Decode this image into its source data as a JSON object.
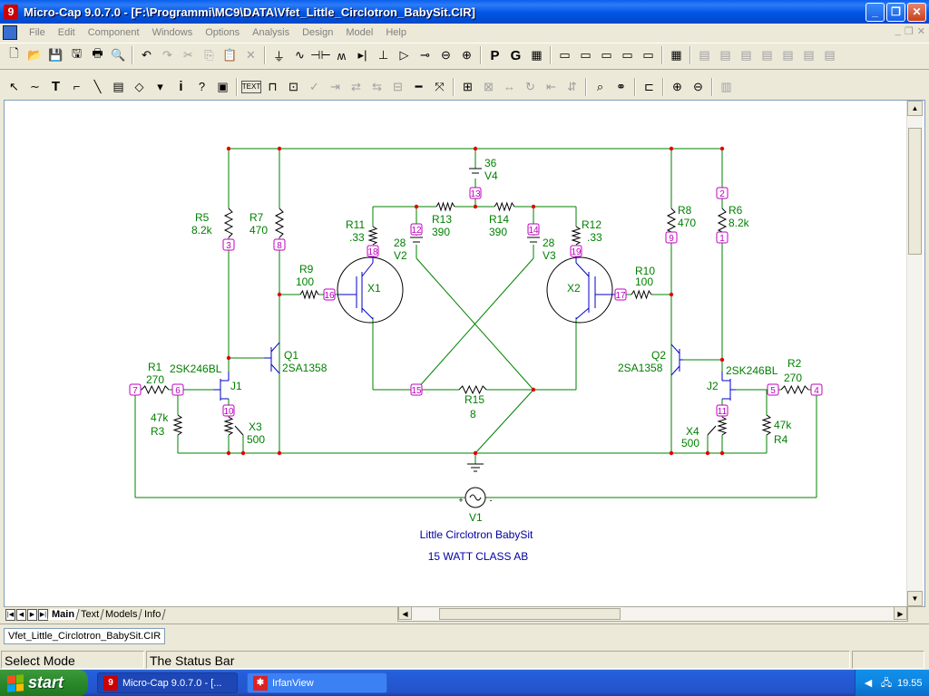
{
  "window": {
    "title": "Micro-Cap 9.0.7.0 - [F:\\Programmi\\MC9\\DATA\\Vfet_Little_Circlotron_BabySit.CIR]",
    "app_icon_glyph": "9"
  },
  "menu": [
    "File",
    "Edit",
    "Component",
    "Windows",
    "Options",
    "Analysis",
    "Design",
    "Model",
    "Help"
  ],
  "toolbar1": [
    {
      "icon": "new-icon",
      "glyph": "🗋"
    },
    {
      "icon": "open-icon",
      "glyph": "📂"
    },
    {
      "icon": "save-icon",
      "glyph": "💾"
    },
    {
      "icon": "save-all-icon",
      "glyph": "🖫"
    },
    {
      "icon": "print-icon",
      "glyph": "🖶"
    },
    {
      "icon": "print-preview-icon",
      "glyph": "🔍"
    },
    {
      "icon": "undo-icon",
      "glyph": "↶"
    },
    {
      "icon": "redo-icon",
      "glyph": "↷"
    },
    {
      "icon": "cut-icon",
      "glyph": "✂"
    },
    {
      "icon": "copy-icon",
      "glyph": "⎘"
    },
    {
      "icon": "paste-icon",
      "glyph": "📋"
    },
    {
      "icon": "delete-icon",
      "glyph": "✕"
    },
    {
      "icon": "ground-icon",
      "glyph": "⏚"
    },
    {
      "icon": "resistor-icon",
      "glyph": "∿"
    },
    {
      "icon": "capacitor-icon",
      "glyph": "⊣⊢"
    },
    {
      "icon": "inductor-icon",
      "glyph": "ʍ"
    },
    {
      "icon": "diode-icon",
      "glyph": "▸|"
    },
    {
      "icon": "battery-icon",
      "glyph": "⊥"
    },
    {
      "icon": "opamp-icon",
      "glyph": "▷"
    },
    {
      "icon": "transistor-icon",
      "glyph": "⊸"
    },
    {
      "icon": "switch-icon",
      "glyph": "⊖"
    },
    {
      "icon": "pin-icon",
      "glyph": "⊕"
    }
  ],
  "toolbar1_letters": [
    "P",
    "G"
  ],
  "status": {
    "mode": "Select Mode",
    "message": "The Status Bar"
  },
  "tabs": [
    "Main",
    "Text",
    "Models",
    "Info"
  ],
  "file_tab": "Vfet_Little_Circlotron_BabySit.CIR",
  "taskbar": {
    "start": "start",
    "tasks": [
      {
        "label": "Micro-Cap 9.0.7.0 - [...",
        "active": true,
        "icon": "9"
      },
      {
        "label": "IrfanView",
        "active": false,
        "icon": "✱"
      }
    ],
    "clock": "19.55"
  },
  "schematic": {
    "caption1": "Little Circlotron BabySit",
    "caption2": "15 WATT CLASS AB",
    "nodes": [
      "1",
      "2",
      "3",
      "4",
      "5",
      "6",
      "7",
      "8",
      "9",
      "10",
      "11",
      "12",
      "13",
      "14",
      "15",
      "16",
      "17",
      "18",
      "19"
    ],
    "components": {
      "R5": {
        "name": "R5",
        "value": "8.2k"
      },
      "R7": {
        "name": "R7",
        "value": "470"
      },
      "R8": {
        "name": "R8",
        "value": "470"
      },
      "R6": {
        "name": "R6",
        "value": "8.2k"
      },
      "R11": {
        "name": "R11",
        "value": ".33"
      },
      "R12": {
        "name": "R12",
        "value": ".33"
      },
      "R13": {
        "name": "R13",
        "value": "390"
      },
      "R14": {
        "name": "R14",
        "value": "390"
      },
      "R9": {
        "name": "R9",
        "value": "100"
      },
      "R10": {
        "name": "R10",
        "value": "100"
      },
      "R15": {
        "name": "R15",
        "value": "8"
      },
      "R1": {
        "name": "R1",
        "value": "270"
      },
      "R2": {
        "name": "R2",
        "value": "270"
      },
      "R3": {
        "name": "R3",
        "value": "47k"
      },
      "R4": {
        "name": "R4",
        "value": "47k"
      },
      "X3": {
        "name": "X3",
        "value": "500"
      },
      "X4": {
        "name": "X4",
        "value": "500"
      },
      "V4": {
        "name": "V4",
        "value": "36"
      },
      "V2": {
        "name": "V2",
        "value": "28"
      },
      "V3": {
        "name": "V3",
        "value": "28"
      },
      "V1": {
        "name": "V1"
      },
      "X1": {
        "name": "X1"
      },
      "X2": {
        "name": "X2"
      },
      "Q1": {
        "name": "Q1",
        "value": "2SA1358"
      },
      "Q2": {
        "name": "Q2",
        "value": "2SA1358"
      },
      "J1": {
        "name": "J1",
        "value": "2SK246BL"
      },
      "J2": {
        "name": "J2",
        "value": "2SK246BL"
      }
    }
  },
  "colors": {
    "wire": "#008000",
    "component": "#000000",
    "node": "#C000C0",
    "dot": "#E00000",
    "text": "#0000A0",
    "transistor": "#0000C8"
  }
}
